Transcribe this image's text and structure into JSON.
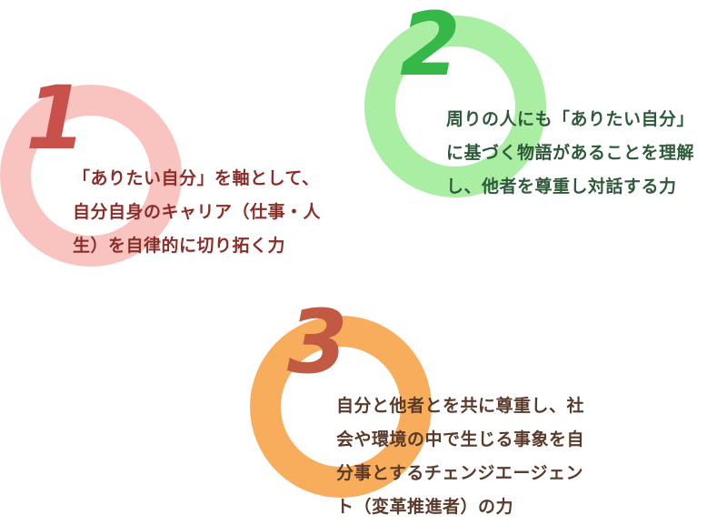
{
  "items": [
    {
      "number": "1",
      "text": "「ありたい自分」を軸として、\n自分自身のキャリア（仕事・人\n生）を自律的に切り拓く力",
      "ring_color": "#f9c4c0",
      "number_color": "#c9514b"
    },
    {
      "number": "2",
      "text": "周りの人にも「ありたい自分」\nに基づく物語があることを理解\nし、他者を尊重し対話する力",
      "ring_color": "#a9eea2",
      "number_color": "#36b848"
    },
    {
      "number": "3",
      "text": "自分と他者とを共に尊重し、社\n会や環境の中で生じる事象を自\n分事とするチェンジエージェン\nト（変革推進者）の力",
      "ring_color": "#f8ad5c",
      "number_color": "#c25a43"
    }
  ]
}
